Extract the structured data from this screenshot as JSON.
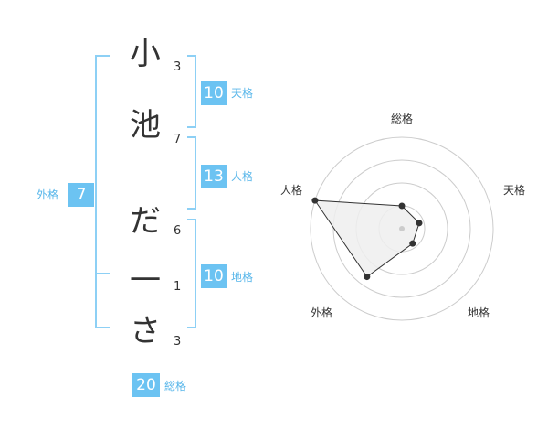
{
  "name": {
    "chars": [
      {
        "char": "小",
        "strokes": "3"
      },
      {
        "char": "池",
        "strokes": "7"
      },
      {
        "char": "だ",
        "strokes": "6"
      },
      {
        "char": "一",
        "strokes": "1"
      },
      {
        "char": "さ",
        "strokes": "3"
      }
    ]
  },
  "fortunes": {
    "tenkaku": {
      "value": "10",
      "label": "天格"
    },
    "jinkaku": {
      "value": "13",
      "label": "人格"
    },
    "chikaku": {
      "value": "10",
      "label": "地格"
    },
    "gaikaku": {
      "value": "7",
      "label": "外格"
    },
    "soukaku": {
      "value": "20",
      "label": "総格"
    }
  },
  "radar": {
    "axes": [
      "総格",
      "天格",
      "地格",
      "外格",
      "人格"
    ],
    "values": [
      0.25,
      0.2,
      0.2,
      0.65,
      1.0
    ],
    "max": 1.0,
    "rings": 4,
    "colors": {
      "ring": "#cccccc",
      "fill": "#eeeeee",
      "line": "#333333",
      "point": "#333333",
      "center": "#cccccc"
    }
  },
  "colors": {
    "accent": "#6cc3f2",
    "bracket": "#8dd0f5",
    "label": "#57b6ea"
  }
}
